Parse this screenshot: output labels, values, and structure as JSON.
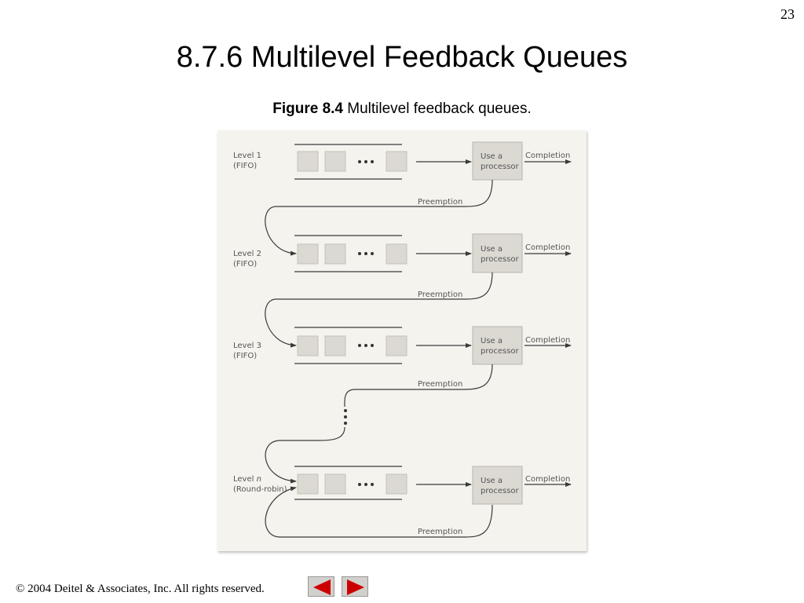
{
  "page_number": "23",
  "title": "8.7.6 Multilevel Feedback Queues",
  "caption": {
    "label": "Figure 8.4",
    "text": " Multilevel feedback queues."
  },
  "diagram": {
    "levels": [
      {
        "label_line1": "Level 1",
        "label_line2": "(FIFO)",
        "process_line1": "Use a",
        "process_line2": "processor",
        "completion": "Completion",
        "preemption": "Preemption"
      },
      {
        "label_line1": "Level 2",
        "label_line2": "(FIFO)",
        "process_line1": "Use a",
        "process_line2": "processor",
        "completion": "Completion",
        "preemption": "Preemption"
      },
      {
        "label_line1": "Level 3",
        "label_line2": "(FIFO)",
        "process_line1": "Use a",
        "process_line2": "processor",
        "completion": "Completion",
        "preemption": "Preemption"
      },
      {
        "label_line1": "Level n",
        "label_line2": "(Round-robin)",
        "process_line1": "Use a",
        "process_line2": "processor",
        "completion": "Completion",
        "preemption": "Preemption"
      }
    ]
  },
  "footer": {
    "copyright_symbol": "©",
    "text": " 2004 Deitel & Associates, Inc.  All rights reserved."
  },
  "nav": {
    "prev_icon": "triangle-left-icon",
    "next_icon": "triangle-right-icon",
    "arrow_color": "#cc0000"
  }
}
